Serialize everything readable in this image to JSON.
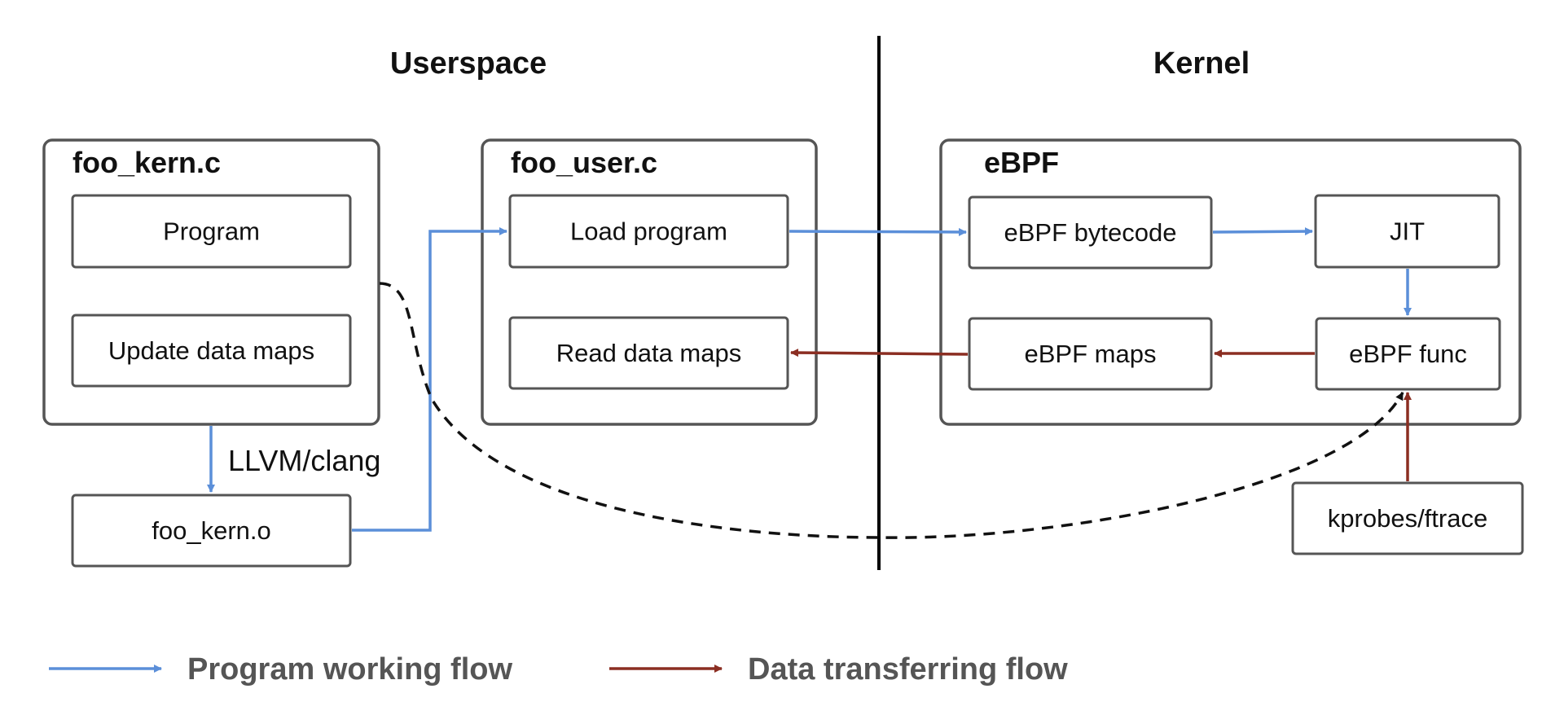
{
  "sections": {
    "userspace": "Userspace",
    "kernel": "Kernel"
  },
  "containers": {
    "foo_kern_c": "foo_kern.c",
    "foo_user_c": "foo_user.c",
    "ebpf": "eBPF"
  },
  "boxes": {
    "program": "Program",
    "update_data_maps": "Update data maps",
    "foo_kern_o": "foo_kern.o",
    "load_program": "Load program",
    "read_data_maps": "Read data maps",
    "ebpf_bytecode": "eBPF bytecode",
    "jit": "JIT",
    "ebpf_maps": "eBPF maps",
    "ebpf_func": "eBPF func",
    "kprobes_ftrace": "kprobes/ftrace"
  },
  "edges": {
    "llvm_clang": "LLVM/clang"
  },
  "legend": {
    "program_flow": "Program working flow",
    "data_flow": "Data transferring flow"
  },
  "colors": {
    "program_flow": "#5b8fd9",
    "data_flow": "#8b2e22",
    "border": "#555555",
    "divider": "#000000"
  }
}
